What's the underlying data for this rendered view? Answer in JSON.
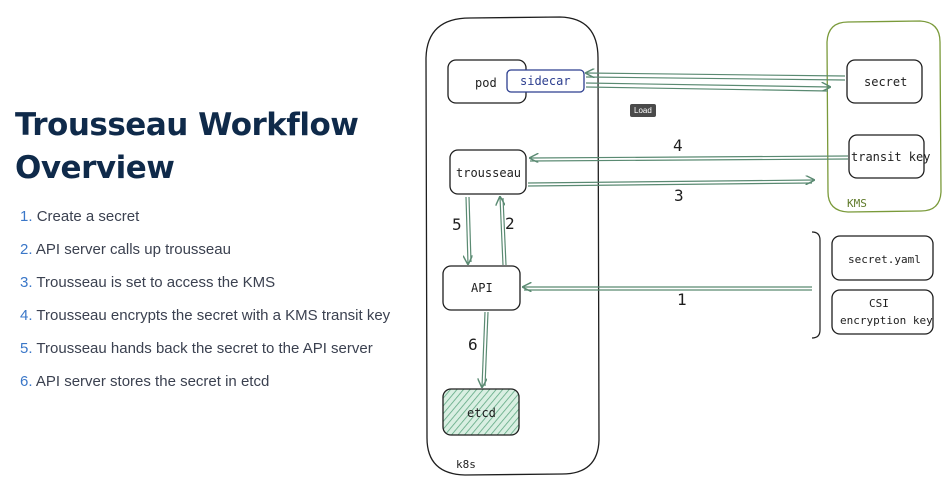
{
  "heading": {
    "line1": "Trousseau Workflow",
    "line2": "Overview"
  },
  "steps": [
    {
      "num": "1.",
      "text": "Create a secret"
    },
    {
      "num": "2.",
      "text": "API server calls up trousseau"
    },
    {
      "num": "3.",
      "text": "Trousseau is set to access the KMS"
    },
    {
      "num": "4.",
      "text": "Trousseau encrypts the secret with a KMS transit key"
    },
    {
      "num": "5.",
      "text": "Trousseau hands back the secret to the API server"
    },
    {
      "num": "6.",
      "text": "API server stores the secret in etcd"
    }
  ],
  "diagram": {
    "k8s_label": "k8s",
    "kms_label": "KMS",
    "pod": "pod",
    "sidecar": "sidecar",
    "trousseau": "trousseau",
    "api": "API",
    "etcd": "etcd",
    "secret": "secret",
    "transit_key": "transit key",
    "secret_yaml": "secret.yaml",
    "csi_line1": "CSI",
    "csi_line2": "encryption key",
    "edges": {
      "e1": "1",
      "e2": "2",
      "e3": "3",
      "e4": "4",
      "e5": "5",
      "e6": "6"
    },
    "load_badge": "Load"
  },
  "colors": {
    "heading": "#0f2a4a",
    "step_number": "#3a77c8",
    "arrow": "#5a8a72",
    "kms_border": "#7a9a3a",
    "sidecar": "#2c3e8f",
    "etcd_fill": "#8fc9a8"
  }
}
